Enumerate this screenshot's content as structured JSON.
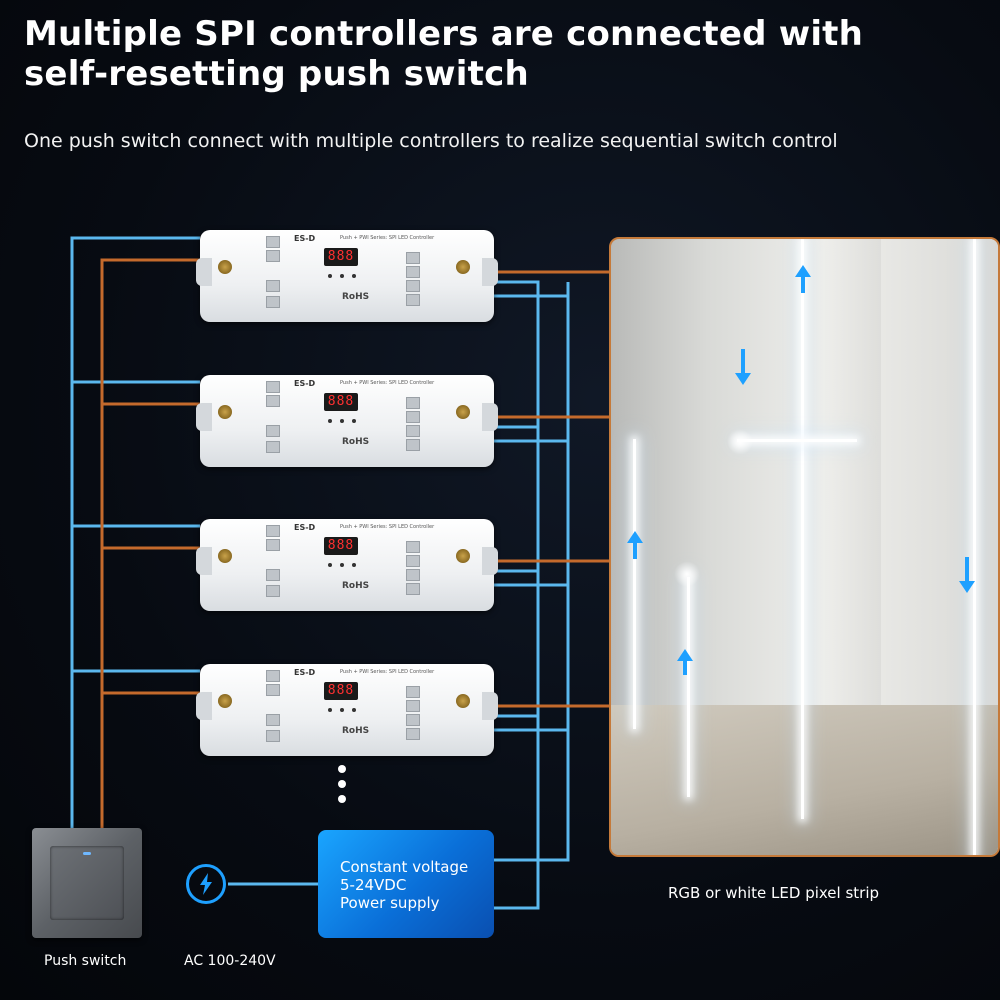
{
  "title": "Multiple SPI controllers are connected with self-resetting push switch",
  "subtitle": "One push switch connect with multiple controllers to realize sequential switch control",
  "controller": {
    "brand": "ES-D",
    "model": "Push + PWI Series: SPI LED Controller",
    "display": "888",
    "rohs": "RoHS"
  },
  "power_supply": {
    "line1": "Constant voltage",
    "line2": "5-24VDC",
    "line3": "Power supply"
  },
  "labels": {
    "push_switch": "Push switch",
    "ac_input": "AC 100-240V",
    "led_strip": "RGB or white LED pixel strip"
  },
  "colors": {
    "blue_wire": "#5bb8ee",
    "orange_wire": "#c46a2c",
    "power_blue": "#0a6fd8",
    "accent_arrow": "#1ea0ff"
  },
  "icons": [
    "push-switch-icon",
    "ac-lightning-icon",
    "led-direction-arrow-icon"
  ]
}
